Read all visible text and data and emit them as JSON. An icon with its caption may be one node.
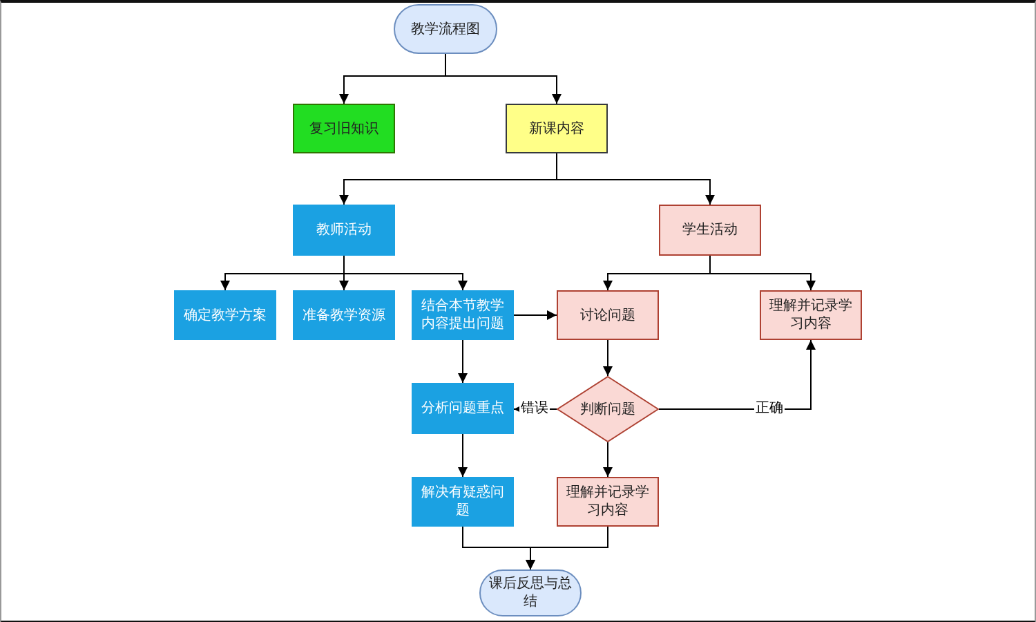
{
  "diagram": {
    "nodes": [
      {
        "text": [
          "教学流程图"
        ]
      },
      {
        "text": [
          "复习旧知识"
        ]
      },
      {
        "text": [
          "新课内容"
        ]
      },
      {
        "text": [
          "教师活动"
        ]
      },
      {
        "text": [
          "学生活动"
        ]
      },
      {
        "text": [
          "确定教学方案"
        ]
      },
      {
        "text": [
          "准备教学资源"
        ]
      },
      {
        "text": [
          "结合本节教学内容提出问题"
        ]
      },
      {
        "text": [
          "讨论问题"
        ]
      },
      {
        "text": [
          "理解并记录学习内容"
        ]
      },
      {
        "text": [
          "分析问题重点"
        ]
      },
      {
        "text": [
          "判断问题"
        ]
      },
      {
        "text": [
          "解决有疑惑问题"
        ]
      },
      {
        "text": [
          "理解并记录学习内容"
        ]
      },
      {
        "text": [
          "课后反思与总结"
        ]
      }
    ],
    "edges": [
      {
        "from": 0,
        "to": 1,
        "arrow": "to"
      },
      {
        "from": 0,
        "to": 2,
        "arrow": "to"
      },
      {
        "from": 2,
        "to": 3,
        "arrow": "to"
      },
      {
        "from": 2,
        "to": 4,
        "arrow": "to"
      },
      {
        "from": 3,
        "to": 5,
        "arrow": "to"
      },
      {
        "from": 3,
        "to": 6,
        "arrow": "to"
      },
      {
        "from": 3,
        "to": 7,
        "arrow": "to"
      },
      {
        "from": 4,
        "to": 8,
        "arrow": "to"
      },
      {
        "from": 4,
        "to": 9,
        "arrow": "to"
      },
      {
        "from": 7,
        "to": 8,
        "arrow": "to"
      },
      {
        "from": 7,
        "to": 10,
        "arrow": "to"
      },
      {
        "from": 8,
        "to": 11,
        "arrow": "to"
      },
      {
        "from": 11,
        "to": 10,
        "arrow": "to",
        "label": "错误"
      },
      {
        "from": 11,
        "to": 9,
        "arrow": "to",
        "label": "正确"
      },
      {
        "from": 11,
        "to": 13,
        "arrow": "to"
      },
      {
        "from": 10,
        "to": 12,
        "arrow": "to"
      },
      {
        "from": 12,
        "to": 14,
        "arrow": "to"
      },
      {
        "from": 13,
        "to": 14,
        "arrow": "to"
      }
    ]
  }
}
